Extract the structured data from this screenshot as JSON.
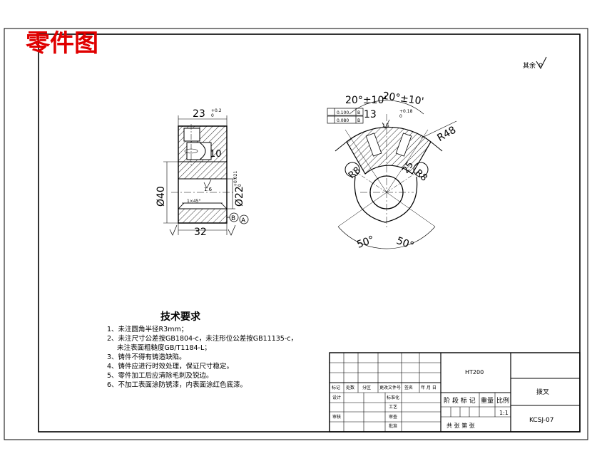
{
  "stamp_title": "零件图",
  "surface_symbol_note": "其余",
  "section_view": {
    "dim_top": "23",
    "dim_top_tol": "+0.2",
    "dim_top_tol2": "0",
    "dim_groove": "10",
    "dim_outer_dia": "Ø40",
    "dim_inner_dia": "Ø22",
    "dim_inner_tol": "+0.021",
    "dim_inner_tol2": "0",
    "dim_width": "32",
    "roughness_bore": "1.6",
    "chamfer": "1×45°",
    "datum_b": "B",
    "datum_a": "A"
  },
  "front_view": {
    "angle_left": "20°±10'",
    "angle_right": "20°±10'",
    "dim_13": "13",
    "dim_13_tol": "+0.18",
    "dim_13_tol2": "0",
    "tol_frame_1": [
      "0.100",
      "B"
    ],
    "tol_frame_2": [
      "0.080",
      "B"
    ],
    "radius": "R48",
    "r8_left": "R8",
    "r8_right": "R8",
    "r25": "25",
    "angle_bottom_left": "50°",
    "angle_bottom_right": "50°",
    "roughness_top": "1.6"
  },
  "tech_requirements": {
    "title": "技术要求",
    "lines": [
      "1、未注圆角半径R3mm；",
      "2、未注尺寸公差按GB1804-c，未注形位公差按GB11135-c，",
      "未注表面粗糙度GB/T1184-L；",
      "3、铸件不得有铸造缺陷。",
      "4、铸件应进行时效处理，保证尺寸稳定。",
      "5、零件加工后应清除毛刺及锐边。",
      "6、不加工表面涂防锈漆，内表面涂红色底漆。"
    ]
  },
  "title_block": {
    "material": "HT200",
    "part_name": "拨叉",
    "drawing_no": "KCSJ-07",
    "scale": "1:1",
    "headers": [
      "标记",
      "处数",
      "分区",
      "更改文件号",
      "签名",
      "年 月 日"
    ],
    "labels_left": [
      "设计",
      "审核"
    ],
    "labels_mid": [
      "标准化",
      "工艺",
      "审查",
      "批准"
    ],
    "stage_labels": [
      "阶 段 标 记",
      "重量",
      "比例"
    ],
    "sheet_text": "共    张  第    张"
  }
}
